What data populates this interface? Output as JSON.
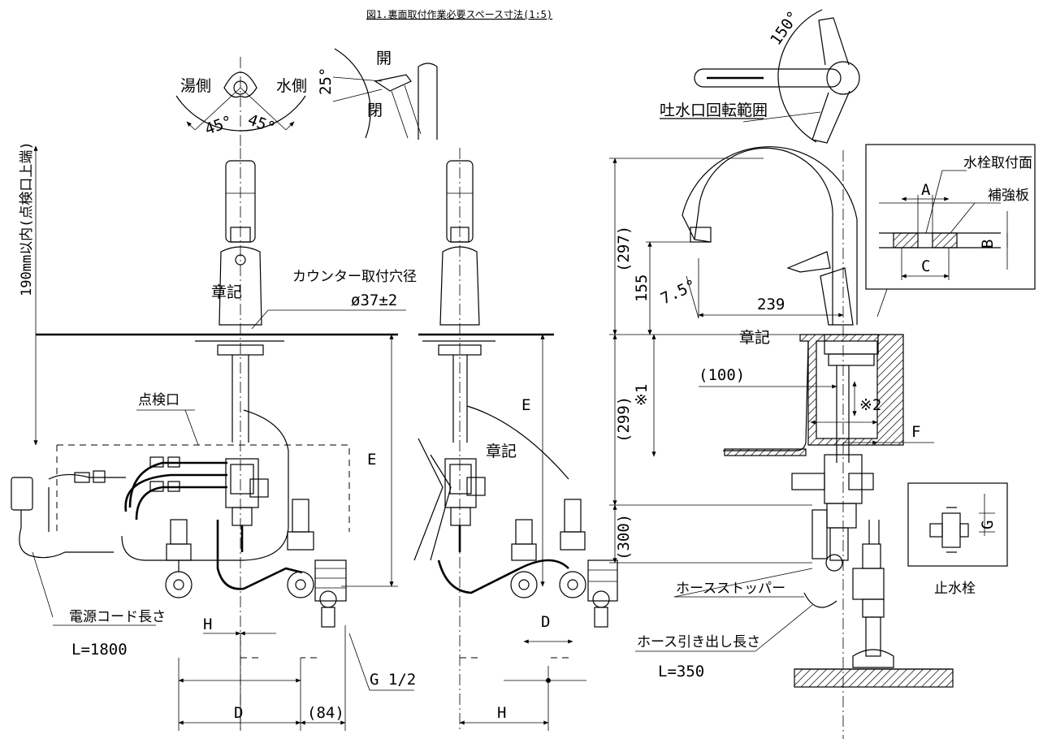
{
  "title": "図1.裏面取付作業必要スペース寸法(1:5)",
  "handle": {
    "hot_side": "湯側",
    "cold_side": "水側",
    "angle_left": "45°",
    "angle_right": "45°",
    "tilt": "25°",
    "open": "開",
    "close": "閉"
  },
  "spout": {
    "rotation_angle": "150°",
    "rotation_label": "吐水口回転範囲",
    "spout_tilt": "7.5°"
  },
  "labels": {
    "access_limit": "190mm以内(点検口上端)",
    "counter_hole_title": "カウンター取付穴径",
    "counter_hole_value": "ø37±2",
    "inspection_port": "点検口",
    "power_cord_title": "電源コード長さ",
    "power_cord_value": "L=1800",
    "hose_stopper": "ホースストッパー",
    "hose_length_title": "ホース引き出し長さ",
    "hose_length_value": "L=350",
    "stop_valve": "止水栓",
    "mount_surface": "水栓取付面",
    "reinforcement": "補強板",
    "stamp_1": "章記",
    "stamp_2": "章記",
    "stamp_3": "章記"
  },
  "dimensions": {
    "E_left": "E",
    "E_mid": "E",
    "H_left": "H",
    "H_mid": "H",
    "D_left": "D",
    "D_mid": "D",
    "d84": "(84)",
    "G_thread": "G 1/2",
    "d297": "(297)",
    "d155": "155",
    "d239": "239",
    "d299": "(299)",
    "d300": "(300)",
    "d100": "(100)",
    "note1": "※1",
    "note2": "※2",
    "A": "A",
    "B": "B",
    "C": "C",
    "F": "F",
    "G": "G"
  }
}
